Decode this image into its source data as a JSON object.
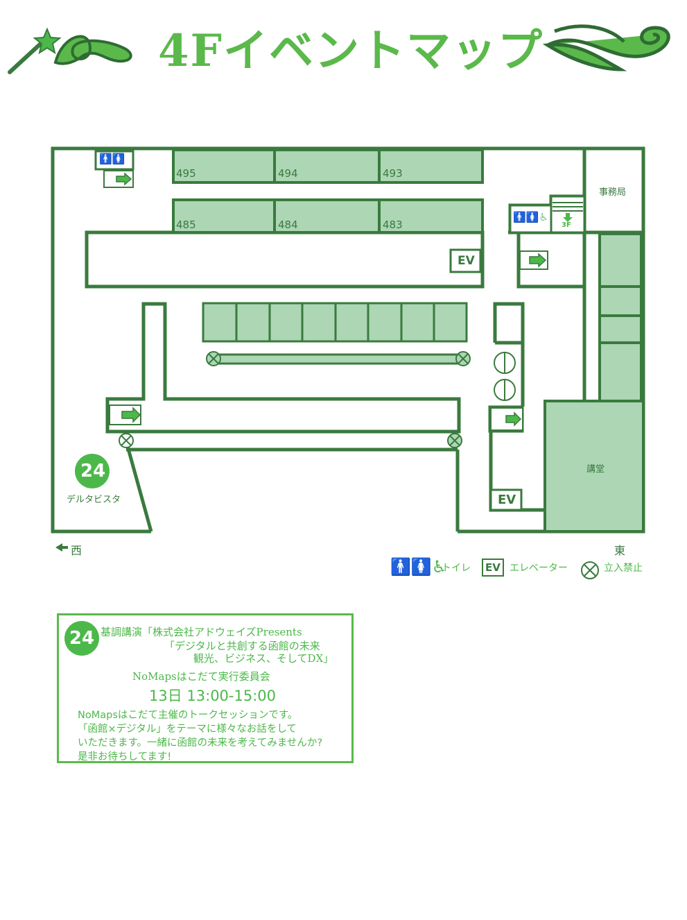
{
  "header": {
    "title": "4Fイベントマップ"
  },
  "map": {
    "rooms_row1": [
      "495",
      "494",
      "493"
    ],
    "rooms_row2": [
      "485",
      "484",
      "483"
    ],
    "office": "事務局",
    "hall": "講堂",
    "ev_label": "EV",
    "stairs_down_floor": "3F",
    "marker_number": "24",
    "marker_place": "デルタビスタ",
    "west": "西",
    "east": "東"
  },
  "legend": {
    "toilet": "トイレ",
    "elevator_icon": "EV",
    "elevator": "エレベーター",
    "no_entry": "立入禁止"
  },
  "event": {
    "number": "24",
    "title_line1": "基調講演「株式会社アドウェイズPresents",
    "title_line2": "「デジタルと共創する函館の未来",
    "title_line3": "観光、ビジネス、そしてDX」",
    "organizer": "NoMapsはこだて実行委員会",
    "time": "13日 13:00-15:00",
    "desc_line1": "NoMapsはこだて主催のトークセッションです。",
    "desc_line2": "「函館×デジタル」をテーマに様々なお話をして",
    "desc_line3": "いただきます。一緒に函館の未来を考えてみませんか?",
    "desc_line4": "是非お待ちしてます!"
  },
  "colors": {
    "wall": "#3a7a3e",
    "fill": "#acd6b4",
    "accent": "#4cb84a"
  }
}
